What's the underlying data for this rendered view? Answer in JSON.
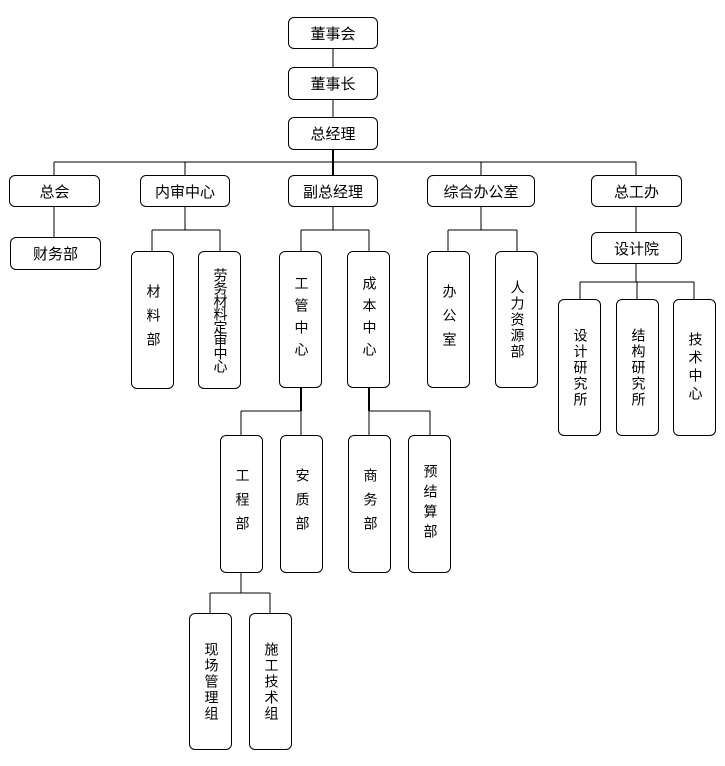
{
  "nodes": {
    "board": "董事会",
    "chairman": "董事长",
    "gm": "总经理",
    "chief_accountant": "总会",
    "finance": "财务部",
    "audit": "内审中心",
    "materials": "材料部",
    "labor_materials": "劳务材料定审中心",
    "deputy_gm": "副总经理",
    "engineering_center": "工管中心",
    "cost_center": "成本中心",
    "engineering_dept": "工程部",
    "safety_quality": "安质部",
    "commerce": "商务部",
    "budget_settlement": "预结算部",
    "site_management": "现场管理组",
    "construction_tech": "施工技术组",
    "general_office": "综合办公室",
    "office": "办公室",
    "hr": "人力资源部",
    "chief_engineer_office": "总工办",
    "design_institute": "设计院",
    "design_research": "设计研究所",
    "structure_research": "结构研究所",
    "tech_center": "技术中心"
  }
}
